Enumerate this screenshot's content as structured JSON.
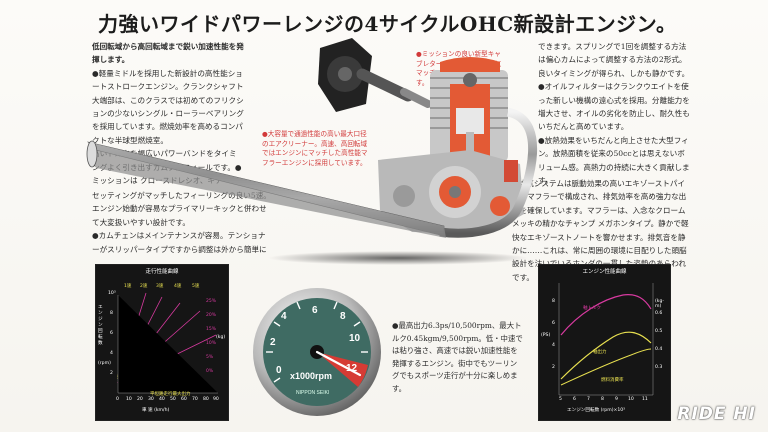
{
  "headline": "力強いワイドパワーレンジの4サイクルOHC新設計エンジン。",
  "left_col": {
    "lead": "低回転域から高回転域まで鋭い加速性能を発揮します。",
    "p1": "●軽量ミドルを採用した新設計の高性能ショートストロークエンジン。クランクシャフト大端部は、このクラスでは初めてのフリクションの少ないシングル・ローラーベアリングを採用しています。燃焼効率を高めるコンパクトな半球型燃焼室。",
    "p2": "高いトルクを幅広いパワーバンドをタイミングよく引き出すカムプロフィールです。●ミッションは クロースドレシオ、ギア",
    "p3": "セッティングがマッチしたフィーリングの良い5速。エンジン始動が容易なプライマリーキックと併わせて大変扱いやすい設計です。",
    "p4": "●カムチェンはメインテナンスが容易。テンショナーがスリッパータイプですから調整は外から簡単に"
  },
  "red_notes": {
    "note1": "●ミッションの良い新型キャブレター、高性能エンジンにマッチングする大径18φです。",
    "note2": "●大容量で通過性能の高い最大口径のエアクリーナー。高速、高回転域ではエンジンにマッチした高性能マフラーエンジンに採用しています。"
  },
  "right_col": {
    "p1": "できます。スプリングで1回を調整する方法は偏心カムによって調整する方法の2形式。良いタイミングが得られ、しかも静かです。",
    "p2": "●オイルフィルターはクランクウエイトを使った新しい機構の遠心式を採用。分離能力を増大させ、オイルの劣化を防止し、耐久性もいちだんと高めています。",
    "p3": "●放熱効果をいちだんと向上させた大型フィン。放熱面積を従来の50ccとは思えないボリューム感。高熱力の持続に大きく貢献します。",
    "p4": "●排気システムは脈動効果の高いエキゾーストパイプとマフラーで構成され、排気効率を高め強力な出力を確保しています。マフラーは、入念なクロームメッキの精かなチャンプ メガホンタイプ。静かで軽快なエキゾーストノートを響かせます。排気音を静かに……これは、常に周囲の環境に目配りした頭脳設計を注いでいるホンダの一貫した姿勢のあらわれです。"
  },
  "gauge_caption": "●最高出力6.3ps/10,500rpm、最大トルク0.45kgm/9,500rpm。低・中速では粘り強さ、高速では鋭い加速性能を発揮するエンジン。街中でもツーリングでもスポーツ走行が十分に楽しめます。",
  "tachometer": {
    "unit": "x1000rpm",
    "ticks": [
      "0",
      "2",
      "4",
      "6",
      "8",
      "10",
      "12"
    ],
    "brand": "NIPPON SEIKI"
  },
  "left_chart": {
    "title": "走行性能曲線",
    "y_title": "エンジン回転数",
    "y_unit": "(rpm)",
    "y_ticks": [
      "10³",
      "8",
      "6",
      "4",
      "2"
    ],
    "x_label": "車 速 (km/h)",
    "x_ticks": [
      "0",
      "10",
      "20",
      "30",
      "40",
      "50",
      "60",
      "70",
      "80",
      "90"
    ],
    "gear_labels": [
      "1速",
      "2速",
      "3速",
      "4速",
      "5速"
    ],
    "grade_labels": [
      "25%",
      "20%",
      "15%",
      "10%",
      "5%",
      "0%"
    ],
    "right_unit": "(kg)",
    "legend": "平坦路走行最大出力",
    "colors": {
      "gear": "#e8e050",
      "grade": "#d83aa0",
      "axis": "#ffffff"
    }
  },
  "right_chart": {
    "title": "エンジン性能曲線",
    "series_power": "軸トルク",
    "series_torque": "軸出力",
    "series_fuel": "燃料消費率",
    "x_label": "エンジン回転数 (rpm)×10³",
    "x_ticks": [
      "5",
      "6",
      "7",
      "8",
      "9",
      "10",
      "11"
    ],
    "y_left_ticks": [
      "8",
      "6",
      "4",
      "2"
    ],
    "y_right_ticks": [
      "0.6",
      "0.5",
      "0.4",
      "0.3"
    ],
    "left_unit": "(PS)",
    "right_unit": "(kg-m)",
    "colors": {
      "power": "#d83aa0",
      "torque": "#e8e050",
      "fuel": "#e8e050"
    }
  },
  "watermark": "RIDE HI"
}
